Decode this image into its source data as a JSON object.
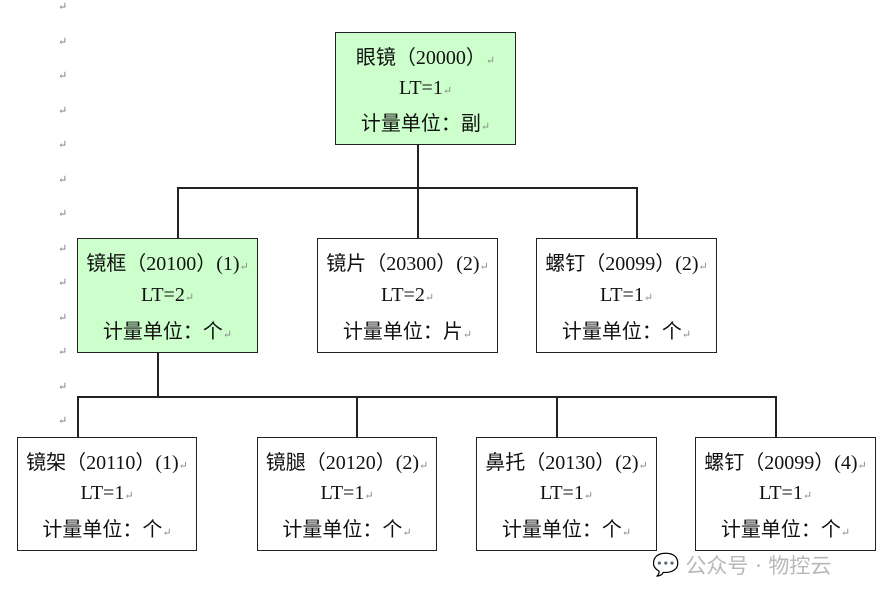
{
  "return_mark": "↵",
  "root": {
    "title": "眼镜（20000）",
    "lt": "LT=1",
    "unit": "计量单位：副"
  },
  "level1": [
    {
      "title": "镜框（20100）(1)",
      "lt": "LT=2",
      "unit": "计量单位：个"
    },
    {
      "title": "镜片（20300）(2)",
      "lt": "LT=2",
      "unit": "计量单位：片"
    },
    {
      "title": "螺钉（20099）(2)",
      "lt": "LT=1",
      "unit": "计量单位：个"
    }
  ],
  "level2": [
    {
      "title": "镜架（20110）(1)",
      "lt": "LT=1",
      "unit": "计量单位：个"
    },
    {
      "title": "镜腿（20120）(2)",
      "lt": "LT=1",
      "unit": "计量单位：个"
    },
    {
      "title": "鼻托（20130）(2)",
      "lt": "LT=1",
      "unit": "计量单位：个"
    },
    {
      "title": "螺钉（20099）(4)",
      "lt": "LT=1",
      "unit": "计量单位：个"
    }
  ],
  "watermark": "公众号 · 物控云",
  "colors": {
    "highlight": "#ccffcc"
  }
}
